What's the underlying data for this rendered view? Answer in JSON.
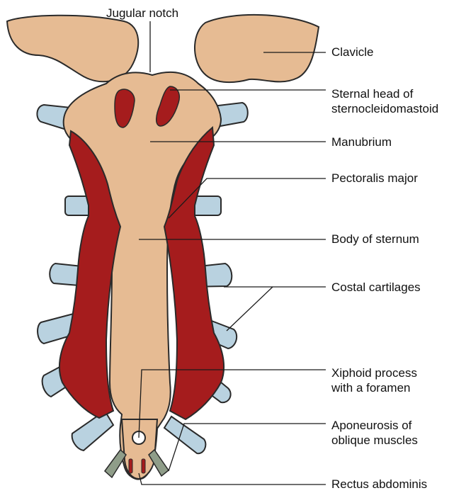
{
  "labels": {
    "jugular_notch": "Jugular notch",
    "clavicle": "Clavicle",
    "sternal_head": [
      "Sternal head of",
      "sternocleidomastoid"
    ],
    "manubrium": "Manubrium",
    "pectoralis_major": "Pectoralis major",
    "body_of_sternum": "Body of sternum",
    "costal_cartilages": "Costal cartilages",
    "xiphoid_process": [
      "Xiphoid process",
      "with a foramen"
    ],
    "aponeurosis": [
      "Aponeurosis of",
      "oblique muscles"
    ],
    "rectus_abdominis": "Rectus abdominis"
  },
  "colors": {
    "bone": "#e6bb93",
    "bone_outline": "#2a2a2a",
    "muscle": "#a51c1d",
    "cartilage": "#b9d2e0",
    "tendon": "#8f9d89",
    "leader_line": "#1a1a1a"
  }
}
